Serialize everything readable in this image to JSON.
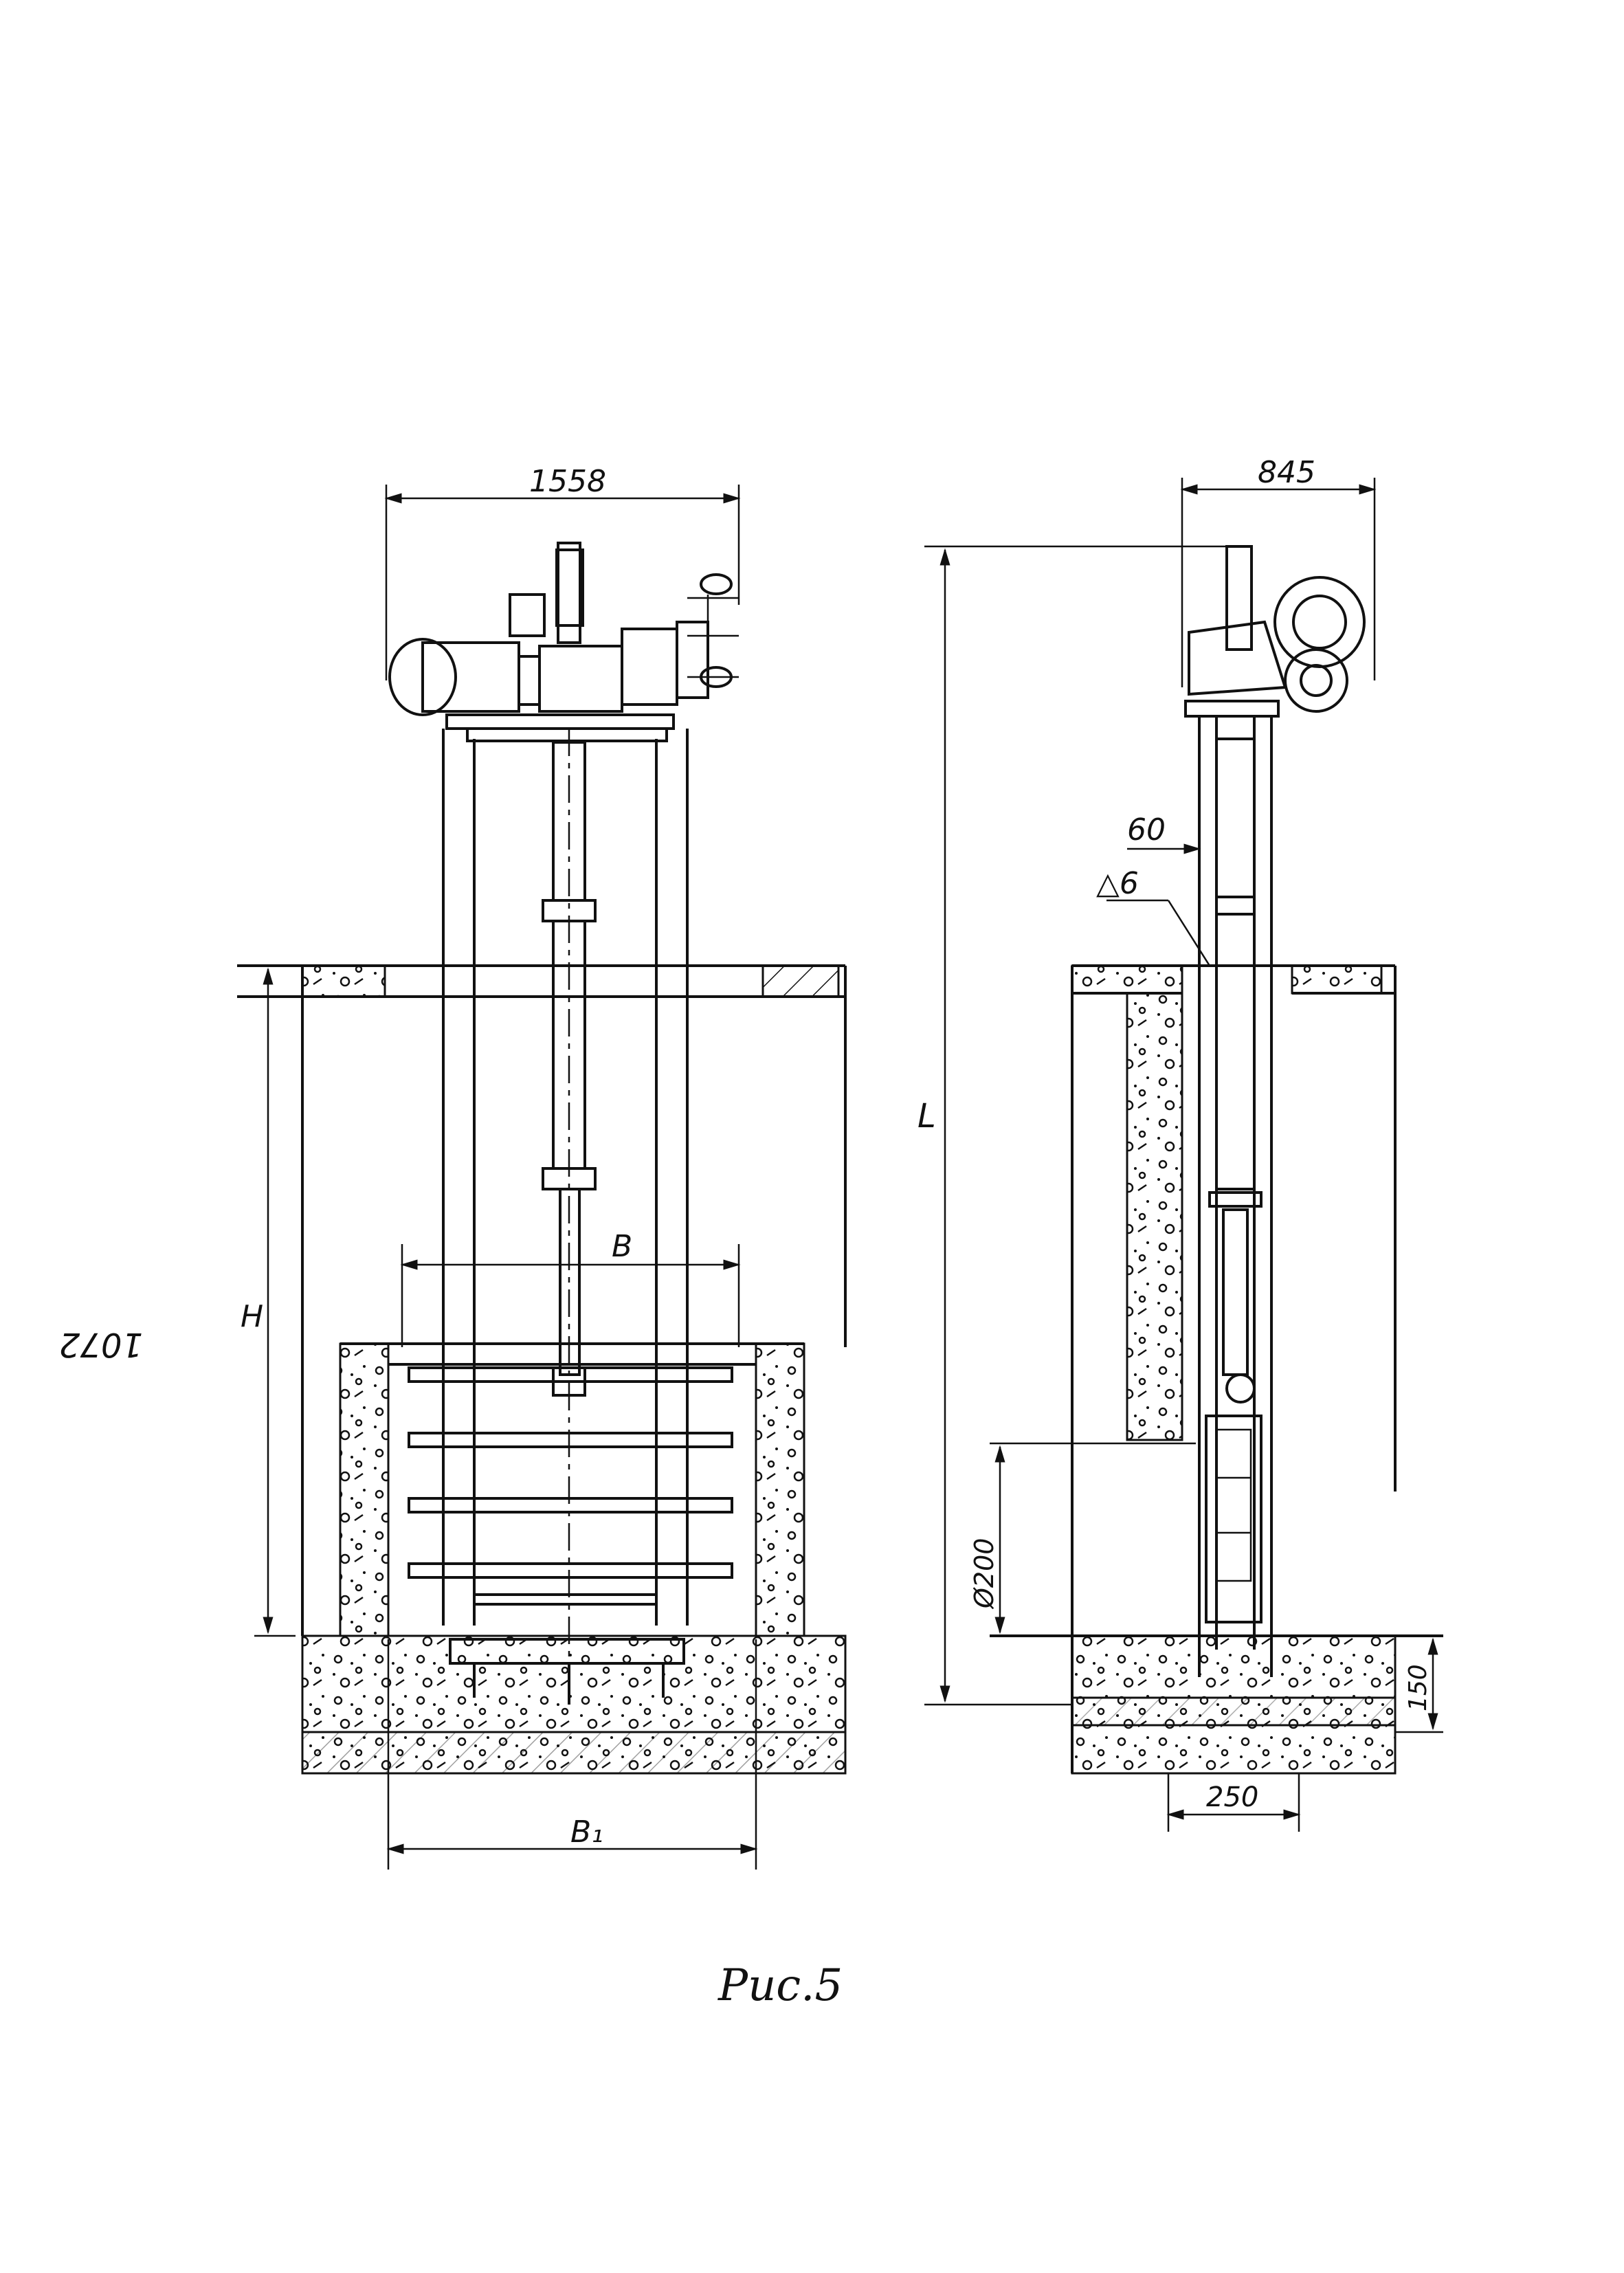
{
  "left_view": {
    "dim_top": "1558",
    "dim_b": "B",
    "dim_b1": "B₁",
    "dim_h": "H",
    "side_note": "1072"
  },
  "right_view": {
    "dim_top": "845",
    "dim_l": "L",
    "dim_60": "60",
    "weld_mark": "△6",
    "dim_pipe": "Ø200",
    "dim_150": "150",
    "dim_250": "250"
  },
  "caption": "Рис.5"
}
